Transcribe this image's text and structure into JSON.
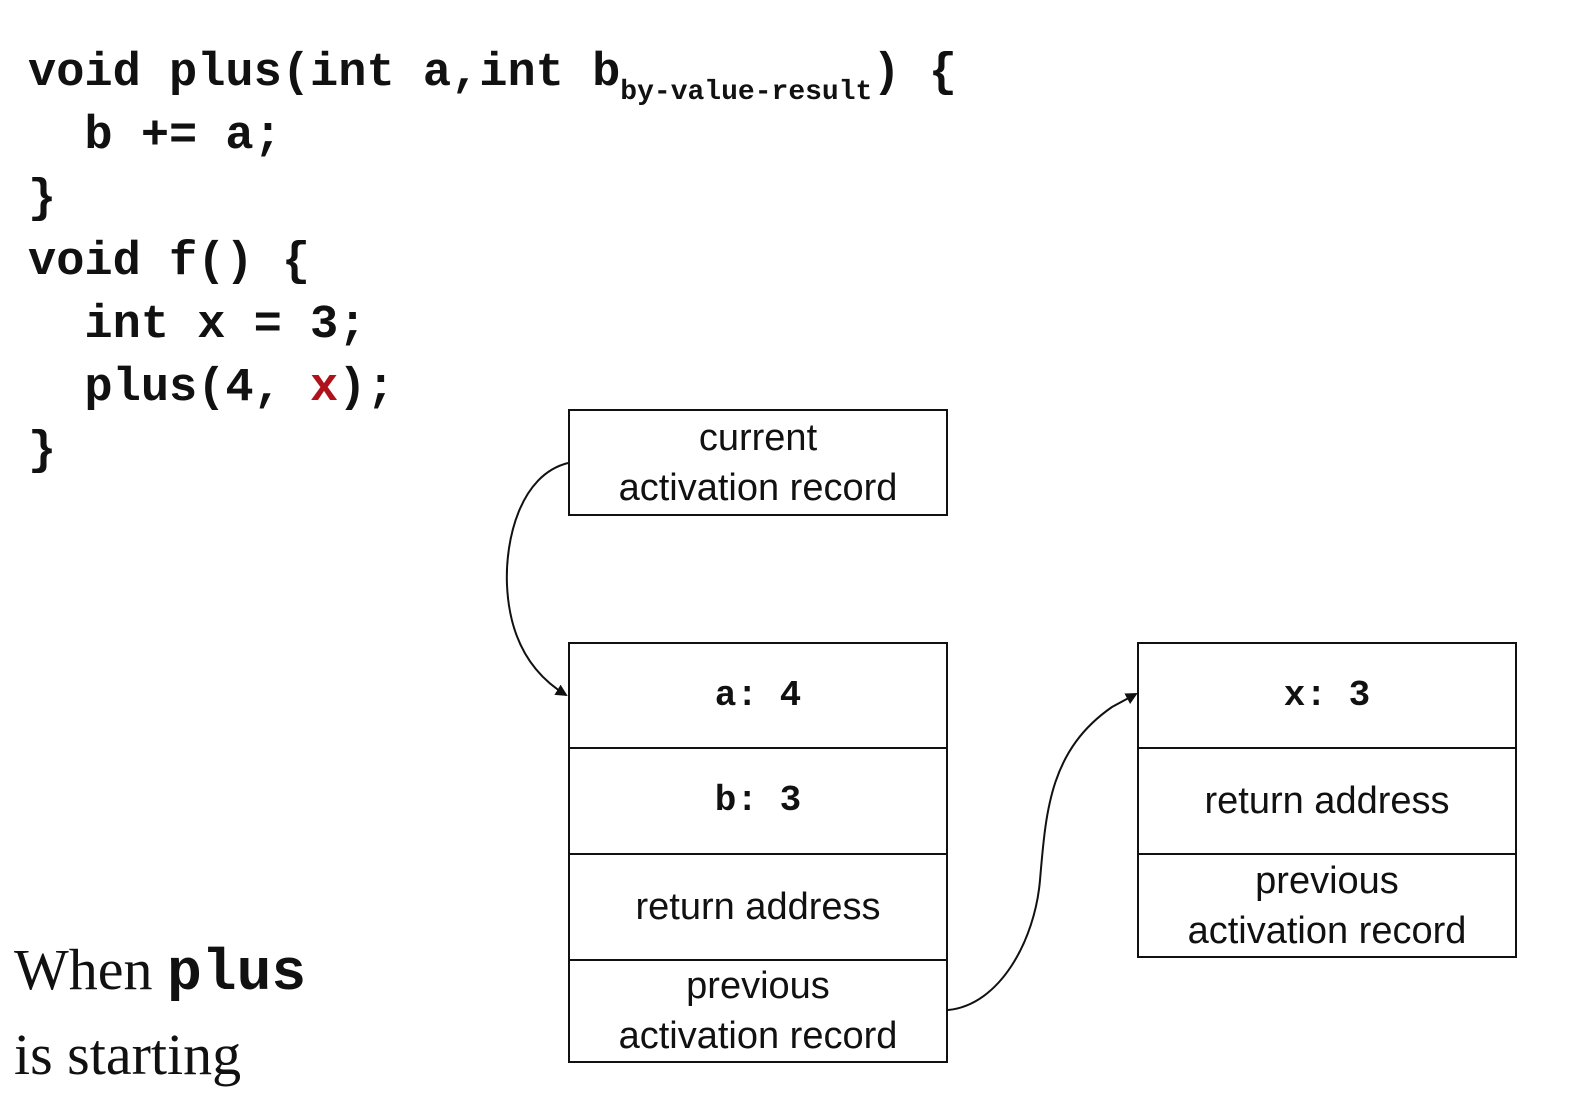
{
  "code": {
    "line1_a": "void plus(int a,int b",
    "line1_sub": "by-value-result",
    "line1_b": ") {",
    "line2": "  b += a;",
    "line3": "}",
    "line4": "void f() {",
    "line5": "  int x = 3;",
    "line6_a": "  plus(4, ",
    "line6_hl": "x",
    "line6_b": ");",
    "line7": "}"
  },
  "caption": {
    "prefix": "When ",
    "fn": "plus",
    "line2": "is starting"
  },
  "current_box": {
    "line1": "current",
    "line2": "activation record"
  },
  "plus_record": {
    "a": "a: 4",
    "b": "b: 3",
    "return": "return address",
    "prev1": "previous",
    "prev2": "activation record"
  },
  "f_record": {
    "x": "x: 3",
    "return": "return address",
    "prev1": "previous",
    "prev2": "activation record"
  },
  "colors": {
    "highlight": "#b0121b"
  }
}
